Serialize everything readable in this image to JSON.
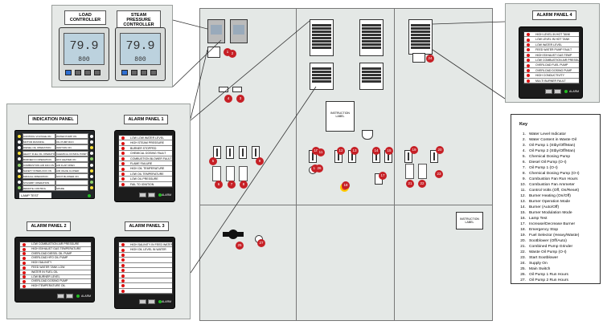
{
  "insets": {
    "load_controller": {
      "title": "LOAD CONTROLLER",
      "value": "79.9",
      "setpoint": "800"
    },
    "steam_controller": {
      "title": "STEAM PRESSURE CONTROLLER",
      "value": "79.9",
      "setpoint": "800"
    }
  },
  "indication_panel": {
    "title": "INDICATION PANEL",
    "lamp_test": "LAMP TEST",
    "left_items": [
      "CONTROL VOLTAGE ON",
      "MOTOR RUNNING",
      "DIESEL OIL OPERATION",
      "HEAVY FUEL OIL OPERATION",
      "BURNER IN OPERATION",
      "COMBUSTION AIR FAN ON",
      "SAFETY INTERLOCK ON",
      "MANUAL OPERATION",
      "STANDBY OPERATION",
      "REMOTE CONTROL"
    ],
    "right_items": [
      "WATER PUMP ON",
      "OIL PUMP RUN",
      "IGNITION ON",
      "CHEMICAL DOSING PUMP ON",
      "HFO HEATER ON",
      "AIR FLAP OPEN",
      "AIR VALVE CLOSED",
      "SOOT BLOWER ON",
      "",
      "SPARE"
    ]
  },
  "alarm_panel_1": {
    "title": "ALARM PANEL 1",
    "items": [
      "LOW LOW WATER LEVEL",
      "HIGH STEAM PRESSURE",
      "BURNER STOPPED",
      "CHEMICAL DOSING FAULT",
      "COMBUSTION BLOWER FAULT",
      "FLAME FAILURE",
      "HIGH OIL TEMPERATURE",
      "LOW OIL TEMPERATURE",
      "LOW OIL PRESSURE",
      "FAIL TO IGNITION"
    ],
    "brand": "ALARM"
  },
  "alarm_panel_2": {
    "title": "ALARM PANEL 2",
    "items": [
      "LOW COMBUSTION AIR PRESSURE",
      "HIGH EXHAUST GAS TEMPERATURE",
      "OVERLOAD DIESEL OIL PUMP",
      "OVERLOAD HFO OIL PUMP",
      "HIGH SALINITY",
      "FEED WATER TANK LOW",
      "WATER IN FUEL OIL",
      "LOW BURNER LEVEL",
      "OVERLOAD DOSING PUMP",
      "HIGH TEMPERATURE OIL"
    ],
    "brand": "ALARM"
  },
  "alarm_panel_3": {
    "title": "ALARM PANEL 3",
    "items": [
      "HIGH SALINITY IN FEED WATER",
      "HIGH OIL LEVEL IN WATER",
      "",
      "",
      "",
      "",
      "",
      "",
      "",
      ""
    ],
    "brand": "ALARM"
  },
  "alarm_panel_4": {
    "title": "ALARM PANEL 4",
    "items": [
      "HIGH LEVEL IN HOT TANK",
      "LOW LEVEL IN HOT TANK",
      "LOW WATER LEVEL",
      "FEED WATER PUMP FAULT",
      "HIGH EXHAUST GAS TEMP",
      "LOW COMBUSTION AIR PRESSURE",
      "OVERLOAD FUEL PUMP",
      "OVERLOAD DOSING PUMP",
      "HIGH CONDUCTIVITY",
      "MULTI BURNER FAULT"
    ],
    "brand": "ALARM"
  },
  "instruction_labels": [
    "INSTRUCTION LABEL",
    "INSTRUCTION LABEL"
  ],
  "callouts": [
    "1",
    "2",
    "3",
    "4",
    "5",
    "6",
    "7",
    "8",
    "9",
    "10",
    "11",
    "12",
    "13",
    "14",
    "15",
    "16",
    "17",
    "18",
    "19",
    "20",
    "21",
    "22",
    "23",
    "24",
    "25",
    "26",
    "27"
  ],
  "key": {
    "title": "Key",
    "items": [
      {
        "n": "1.",
        "t": "Water Level Indicator"
      },
      {
        "n": "2.",
        "t": "Water Content in Waste Oil"
      },
      {
        "n": "3.",
        "t": "Oil Pump 1 (Stby/Off/Man)"
      },
      {
        "n": "4.",
        "t": "Oil Pump 2 (Stby/Off/Man)"
      },
      {
        "n": "5.",
        "t": "Chemical Dosing Pump"
      },
      {
        "n": "6.",
        "t": "Diesel Oil Pump (O-I)"
      },
      {
        "n": "7.",
        "t": "Oil Pump 1 (O-I)"
      },
      {
        "n": "8.",
        "t": "Chemical Dosing Pump (O-I)"
      },
      {
        "n": "9.",
        "t": "Combustion Fan Run Hours"
      },
      {
        "n": "10.",
        "t": "Combustion Fan Ammeter"
      },
      {
        "n": "11.",
        "t": "Control Volts (Off, On/Reset)"
      },
      {
        "n": "12.",
        "t": "Burner Heating (On/Off)"
      },
      {
        "n": "13.",
        "t": "Burner Operation Mode"
      },
      {
        "n": "14.",
        "t": "Burner (Auto/Off)"
      },
      {
        "n": "15.",
        "t": "Burner Modulation Mode"
      },
      {
        "n": "16.",
        "t": "Lamp Test"
      },
      {
        "n": "17.",
        "t": "Increase/Decrease Burner"
      },
      {
        "n": "18.",
        "t": "Emergency Stop"
      },
      {
        "n": "19.",
        "t": "Fuel Selector (Heavy/Waste)"
      },
      {
        "n": "20.",
        "t": "Sootblower (Off/Auto)"
      },
      {
        "n": "21.",
        "t": "Combined Pump Grinder"
      },
      {
        "n": "22.",
        "t": "Waste Oil Pump (O-I)"
      },
      {
        "n": "23.",
        "t": "Start Sootblower"
      },
      {
        "n": "24.",
        "t": "Supply On"
      },
      {
        "n": "25.",
        "t": "Main Switch"
      },
      {
        "n": "26.",
        "t": "Oil Pump 1 Run Hours"
      },
      {
        "n": "27.",
        "t": "Oil Pump 2 Run Hours"
      }
    ]
  }
}
